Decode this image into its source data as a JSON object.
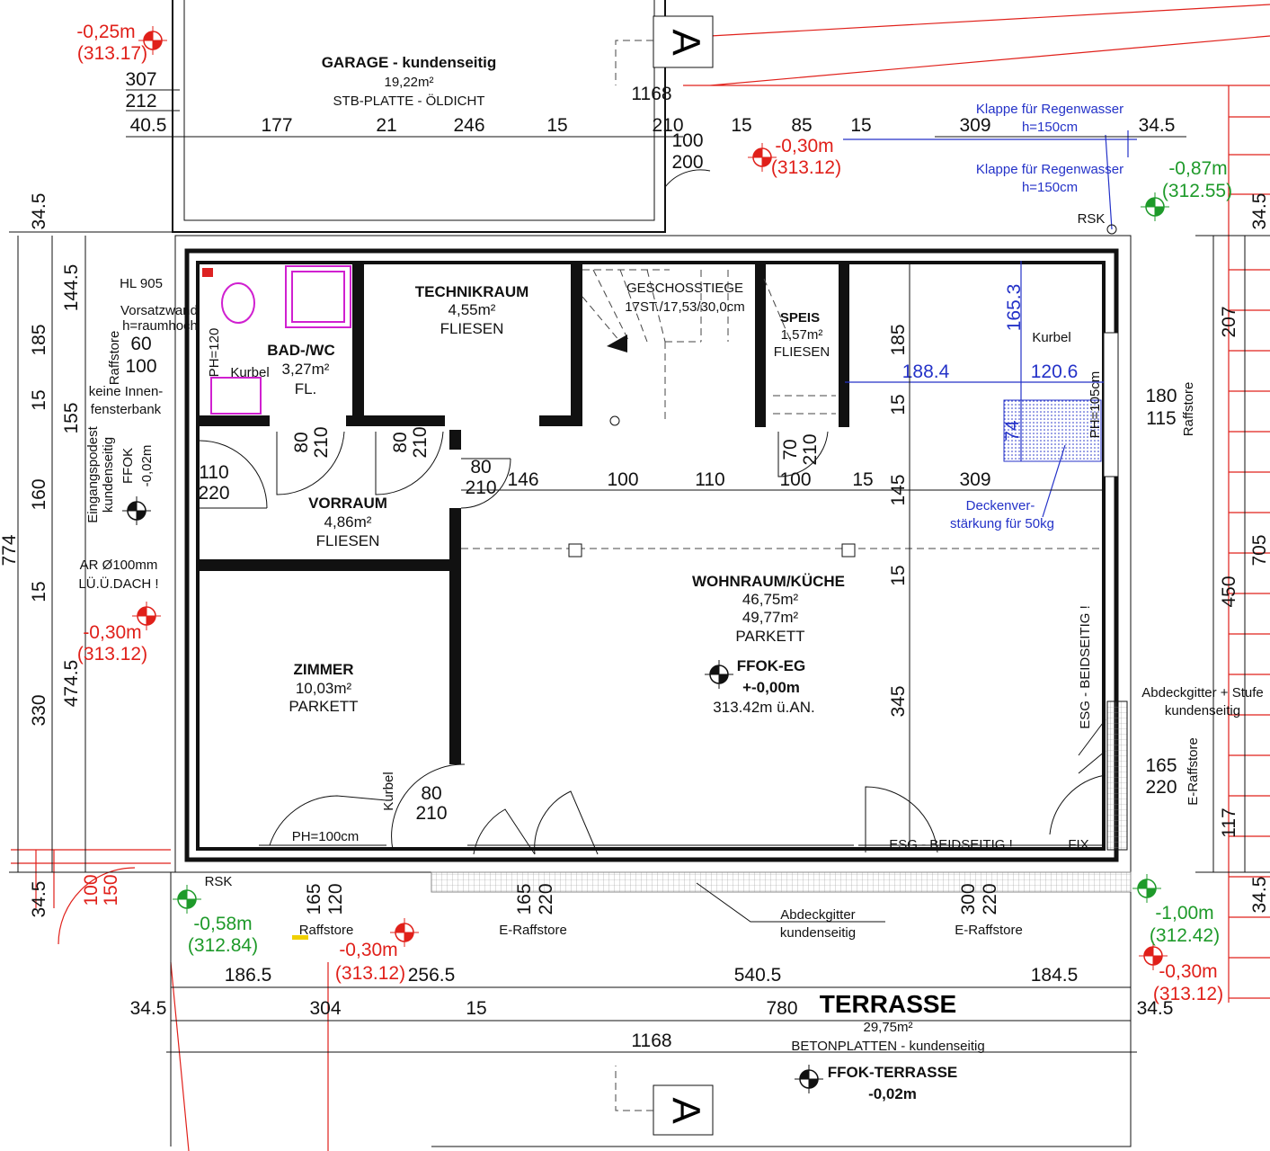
{
  "garage": {
    "title": "GARAGE - kundenseitig",
    "area": "19,22m²",
    "floor": "STB-PLATTE - ÖLDICHT"
  },
  "section_marker": "A",
  "rooms": {
    "technik": {
      "name": "TECHNIKRAUM",
      "area": "4,55m²",
      "floor": "FLIESEN"
    },
    "stair": {
      "name": "GESCHOSSTIEGE",
      "spec": "17ST./17,53/30,0cm"
    },
    "speis": {
      "name": "SPEIS",
      "area": "1,57m²",
      "floor": "FLIESEN"
    },
    "bad": {
      "name": "BAD-/WC",
      "area": "3,27m²",
      "floor": "FL."
    },
    "vorraum": {
      "name": "VORRAUM",
      "area": "4,86m²",
      "floor": "FLIESEN"
    },
    "zimmer": {
      "name": "ZIMMER",
      "area": "10,03m²",
      "floor": "PARKETT"
    },
    "wohnraum": {
      "name": "WOHNRAUM/KÜCHE",
      "area1": "46,75m²",
      "area2": "49,77m²",
      "floor": "PARKETT"
    },
    "terrasse": {
      "name": "TERRASSE",
      "area": "29,75m²",
      "floor": "BETONPLATTEN - kundenseitig"
    }
  },
  "ffok_eg": {
    "label": "FFOK-EG",
    "level": "+-0,00m",
    "abs": "313.42m ü.AN."
  },
  "ffok_terrasse": {
    "label": "FFOK-TERRASSE",
    "level": "-0,02m"
  },
  "levels_red": [
    {
      "rel": "-0,25m",
      "abs": "(313.17)"
    },
    {
      "rel": "-0,30m",
      "abs": "(313.12)"
    },
    {
      "rel": "-0,30m",
      "abs": "(313.12)"
    },
    {
      "rel": "-0,30m",
      "abs": "(313.12)"
    },
    {
      "rel": "-0,30m",
      "abs": "(313.12)"
    }
  ],
  "levels_green": [
    {
      "rel": "-0,87m",
      "abs": "(312.55)"
    },
    {
      "rel": "-0,58m",
      "abs": "(312.84)"
    },
    {
      "rel": "-1,00m",
      "abs": "(312.42)"
    }
  ],
  "dims_top": [
    "40.5",
    "177",
    "21",
    "246",
    "15",
    "210",
    "15",
    "85",
    "15",
    "309",
    "34.5",
    "1168"
  ],
  "window_top": {
    "w": "307",
    "h": "212"
  },
  "door_top": {
    "w": "100",
    "h": "200"
  },
  "blue_notes": {
    "klappe": "Klappe für Regenwasser",
    "klappe_h": "h=150cm",
    "d1": "188.4",
    "d2": "165.3",
    "d3": "120.6",
    "d4": "74",
    "deck1": "Deckenver-",
    "deck2": "stärkung für 50kg"
  },
  "rsk": "RSK",
  "kurbel": "Kurbel",
  "right": {
    "ph": "PH=105cm",
    "win_w": "180",
    "win_h": "115",
    "raffstore": "Raffstore",
    "abdeck1": "Abdeckgitter + Stufe",
    "abdeck2": "kundenseitig",
    "door_w": "165",
    "door_h": "220",
    "e_raffstore": "E-Raffstore",
    "esg": "ESG - BEIDSEITIG !"
  },
  "dims_right": [
    "34.5",
    "207",
    "705",
    "450",
    "117",
    "34.5"
  ],
  "left": {
    "hl": "HL 905",
    "vorsatz1": "Vorsatzwand",
    "vorsatz2": "h=raumhoch",
    "raffstore": "Raffstore",
    "win_w": "60",
    "win_h": "100",
    "fb1": "keine Innen-",
    "fb2": "fensterbank",
    "podest1": "Eingangspodest",
    "podest2": "kundenseitig",
    "ffok": "FFOK",
    "ffok_lvl": "-0,02m",
    "ar": "AR Ø100mm",
    "lu": "LÜ.Ü.DACH !",
    "ph": "PH=120"
  },
  "dims_left": [
    "34.5",
    "144.5",
    "185",
    "15",
    "155",
    "160",
    "774",
    "15",
    "474.5",
    "330",
    "34.5"
  ],
  "doors": {
    "bad_w": "80",
    "bad_h": "210",
    "tech_w": "80",
    "tech_h": "210",
    "entry_w": "110",
    "entry_h": "220",
    "zim_w": "80",
    "zim_h": "210",
    "speis_w": "70",
    "speis_h": "210",
    "zimmer2_w": "80",
    "zimmer2_h": "210"
  },
  "dims_mid": [
    "146",
    "100",
    "110",
    "100",
    "15",
    "309"
  ],
  "dims_mid_v": [
    "185",
    "15",
    "145",
    "15",
    "345"
  ],
  "bottom_notes": {
    "ph": "PH=100cm",
    "esg": "ESG - BEIDSEITIG !",
    "fix": "FIX",
    "raffstore": "Raffstore",
    "e_raffstore": "E-Raffstore",
    "abdeck1": "Abdeckgitter",
    "abdeck2": "kundenseitig",
    "ext_w": "100",
    "ext_h": "150",
    "w1": "165",
    "h1": "120",
    "w2": "165",
    "h2": "220",
    "w3": "300",
    "h3": "220"
  },
  "dims_bottom1": [
    "186.5",
    "256.5",
    "540.5",
    "184.5"
  ],
  "dims_bottom2": [
    "34.5",
    "304",
    "15",
    "780",
    "34.5"
  ],
  "dims_bottom3": "1168"
}
